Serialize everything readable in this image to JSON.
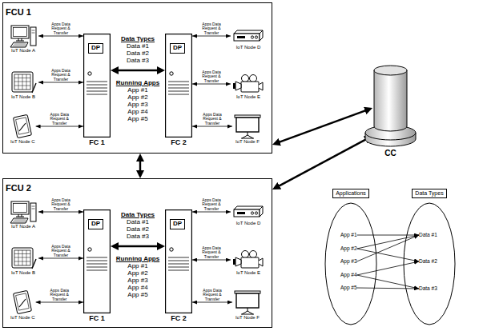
{
  "diagram": {
    "nodes": [
      {
        "text": [
          "FCU 1"
        ]
      },
      {
        "text": [
          "IoT Node A"
        ],
        "in": 0
      },
      {
        "text": [
          "IoT Node B"
        ],
        "in": 0
      },
      {
        "text": [
          "IoT Node C"
        ],
        "in": 0
      },
      {
        "text": [
          "FC 1"
        ],
        "in": 0
      },
      {
        "text": [
          "DP"
        ],
        "in": 4
      },
      {
        "text": [
          "FC 2"
        ],
        "in": 0
      },
      {
        "text": [
          "DP"
        ],
        "in": 6
      },
      {
        "text": [
          "IoT Node D"
        ],
        "in": 0
      },
      {
        "text": [
          "IoT Node E"
        ],
        "in": 0
      },
      {
        "text": [
          "IoT Node F"
        ],
        "in": 0
      },
      {
        "text": [
          "CC"
        ]
      },
      {
        "text": [
          "FCU 2"
        ]
      },
      {
        "text": [
          "IoT Node A"
        ],
        "in": 12
      },
      {
        "text": [
          "IoT Node B"
        ],
        "in": 12
      },
      {
        "text": [
          "IoT Node C"
        ],
        "in": 12
      },
      {
        "text": [
          "FC 1"
        ],
        "in": 12
      },
      {
        "text": [
          "DP"
        ],
        "in": 16
      },
      {
        "text": [
          "FC 2"
        ],
        "in": 12
      },
      {
        "text": [
          "DP"
        ],
        "in": 18
      },
      {
        "text": [
          "IoT Node D"
        ],
        "in": 12
      },
      {
        "text": [
          "IoT Node E"
        ],
        "in": 12
      },
      {
        "text": [
          "IoT Node F"
        ],
        "in": 12
      },
      {
        "text": [
          "Applications"
        ]
      },
      {
        "text": [
          "App #1"
        ],
        "in": 23
      },
      {
        "text": [
          "App #2"
        ],
        "in": 23
      },
      {
        "text": [
          "App #3"
        ],
        "in": 23
      },
      {
        "text": [
          "App #4"
        ],
        "in": 23
      },
      {
        "text": [
          "App #5"
        ],
        "in": 23
      },
      {
        "text": [
          "Data Types"
        ]
      },
      {
        "text": [
          "Data #1"
        ],
        "in": 29
      },
      {
        "text": [
          "Data #2"
        ],
        "in": 29
      },
      {
        "text": [
          "Data #3"
        ],
        "in": 29
      }
    ],
    "edges": [
      {
        "from": 1,
        "to": 4,
        "arrow": "both",
        "label": "Apps Data Request & Transfer"
      },
      {
        "from": 2,
        "to": 4,
        "arrow": "both",
        "label": "Apps Data Request & Transfer"
      },
      {
        "from": 3,
        "to": 4,
        "arrow": "both",
        "label": "Apps Data Request & Transfer"
      },
      {
        "from": 4,
        "to": 6,
        "arrow": "both"
      },
      {
        "from": 6,
        "to": 8,
        "arrow": "both",
        "label": "Apps Data Request & Transfer"
      },
      {
        "from": 6,
        "to": 9,
        "arrow": "both",
        "label": "Apps Data Request & Transfer"
      },
      {
        "from": 6,
        "to": 10,
        "arrow": "both",
        "label": "Apps Data Request & Transfer"
      },
      {
        "from": 0,
        "to": 12,
        "arrow": "both"
      },
      {
        "from": 0,
        "to": 11,
        "arrow": "both"
      },
      {
        "from": 13,
        "to": 16,
        "arrow": "both",
        "label": "Apps Data Request & Transfer"
      },
      {
        "from": 14,
        "to": 16,
        "arrow": "both",
        "label": "Apps Data Request & Transfer"
      },
      {
        "from": 15,
        "to": 16,
        "arrow": "both",
        "label": "Apps Data Request & Transfer"
      },
      {
        "from": 16,
        "to": 18,
        "arrow": "both"
      },
      {
        "from": 18,
        "to": 20,
        "arrow": "both",
        "label": "Apps Data Request & Transfer"
      },
      {
        "from": 18,
        "to": 21,
        "arrow": "both",
        "label": "Apps Data Request & Transfer"
      },
      {
        "from": 18,
        "to": 22,
        "arrow": "both",
        "label": "Apps Data Request & Transfer"
      },
      {
        "from": 12,
        "to": 11,
        "arrow": "both"
      },
      {
        "from": 24,
        "to": 30,
        "arrow": "to"
      },
      {
        "from": 25,
        "to": 30,
        "arrow": "to"
      },
      {
        "from": 25,
        "to": 31,
        "arrow": "to"
      },
      {
        "from": 26,
        "to": 30,
        "arrow": "to"
      },
      {
        "from": 27,
        "to": 31,
        "arrow": "to"
      },
      {
        "from": 27,
        "to": 32,
        "arrow": "to"
      },
      {
        "from": 28,
        "to": 32,
        "arrow": "to"
      }
    ],
    "labels": [
      "Data Types",
      "Data #1",
      "Data #2",
      "Data #3",
      "Running Apps",
      "App #1",
      "App #2",
      "App #3",
      "App #4",
      "App #5",
      "Data Types",
      "Data #1",
      "Data #2",
      "Data #3",
      "Running Apps",
      "App #1",
      "App #2",
      "App #3",
      "App #4",
      "App #5"
    ]
  }
}
